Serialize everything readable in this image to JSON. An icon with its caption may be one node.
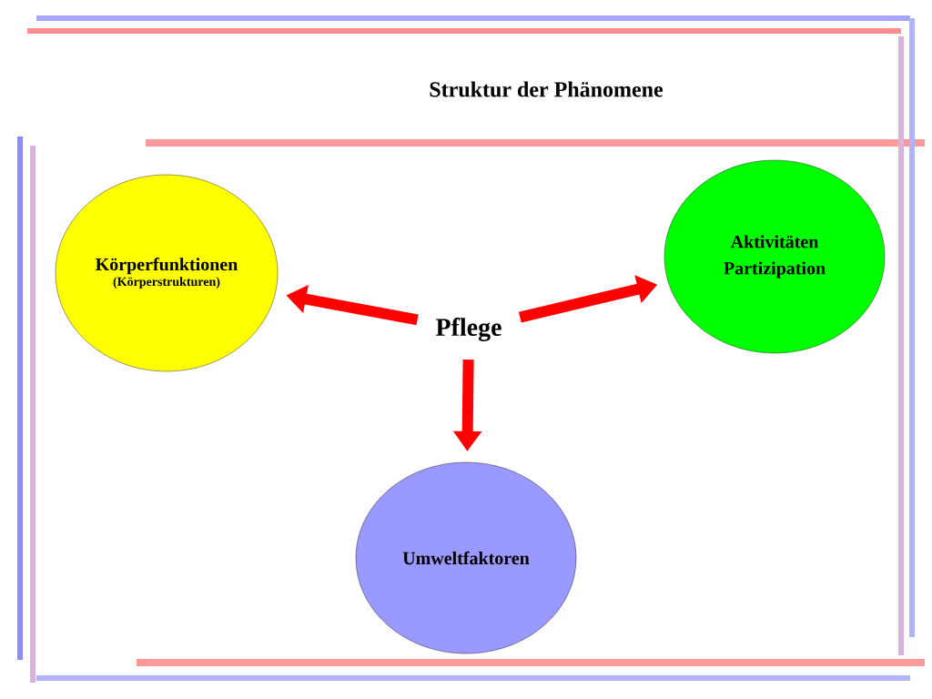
{
  "diagram": {
    "title": "Struktur der Phänomene",
    "nodes": [
      {
        "text": [
          "Körperfunktionen",
          "(Körperstrukturen)"
        ]
      },
      {
        "text": [
          "Aktivitäten",
          "Partizipation"
        ]
      },
      {
        "text": [
          "Pflege"
        ]
      },
      {
        "text": [
          "Umweltfaktoren"
        ]
      }
    ],
    "edges": [
      {
        "from": 2,
        "to": 0,
        "arrow": "to"
      },
      {
        "from": 2,
        "to": 1,
        "arrow": "to"
      },
      {
        "from": 2,
        "to": 3,
        "arrow": "to"
      }
    ]
  }
}
